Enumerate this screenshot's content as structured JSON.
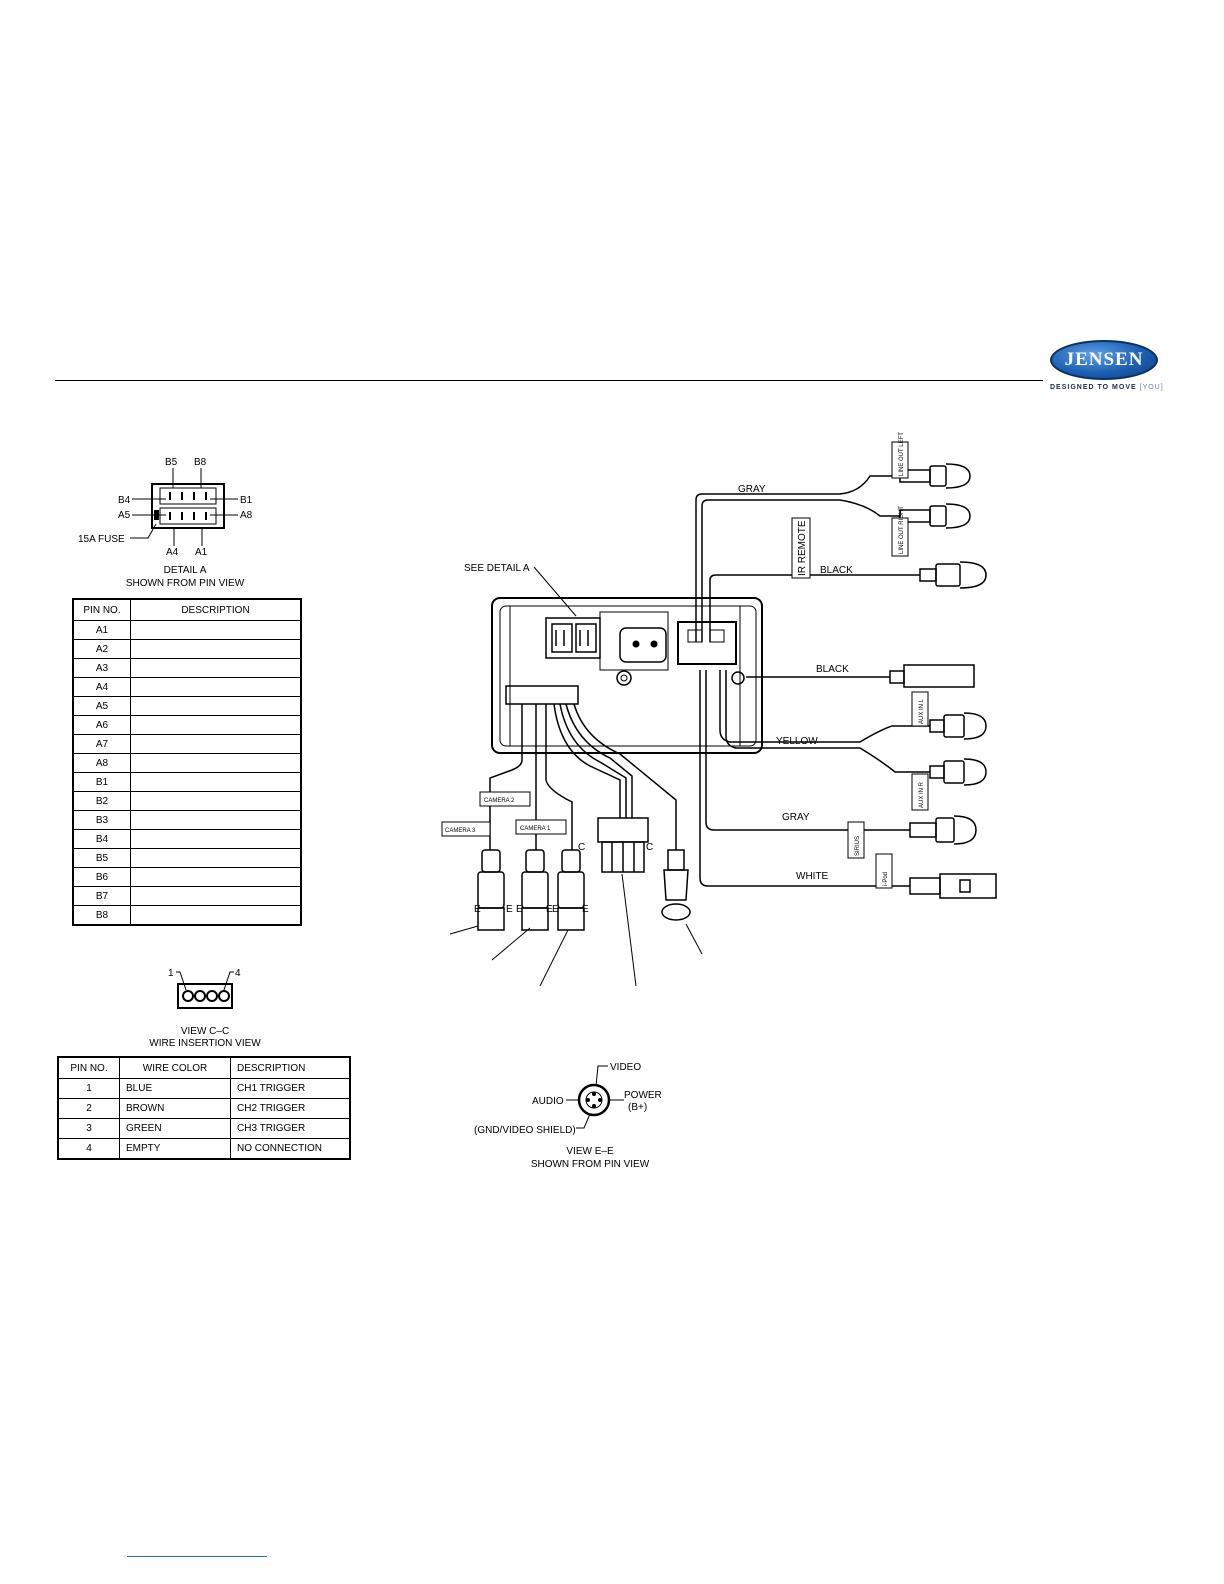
{
  "brand": {
    "name": "JENSEN",
    "tagline": "DESIGNED TO MOVE",
    "tagline_you": "[YOU]"
  },
  "detail_a": {
    "pins": {
      "b5": "B5",
      "b8": "B8",
      "b4": "B4",
      "b1": "B1",
      "a5": "A5",
      "a8": "A8",
      "a4": "A4",
      "a1": "A1"
    },
    "fuse_label": "15A FUSE",
    "caption_line1": "DETAIL  A",
    "caption_line2": "SHOWN  FROM  PIN  VIEW"
  },
  "pin_table_a": {
    "headers": [
      "PIN  NO.",
      "DESCRIPTION"
    ],
    "rows": [
      {
        "pin": "A1",
        "desc": ""
      },
      {
        "pin": "A2",
        "desc": ""
      },
      {
        "pin": "A3",
        "desc": ""
      },
      {
        "pin": "A4",
        "desc": ""
      },
      {
        "pin": "A5",
        "desc": ""
      },
      {
        "pin": "A6",
        "desc": ""
      },
      {
        "pin": "A7",
        "desc": ""
      },
      {
        "pin": "A8",
        "desc": ""
      },
      {
        "pin": "B1",
        "desc": ""
      },
      {
        "pin": "B2",
        "desc": ""
      },
      {
        "pin": "B3",
        "desc": ""
      },
      {
        "pin": "B4",
        "desc": ""
      },
      {
        "pin": "B5",
        "desc": ""
      },
      {
        "pin": "B6",
        "desc": ""
      },
      {
        "pin": "B7",
        "desc": ""
      },
      {
        "pin": "B8",
        "desc": ""
      }
    ]
  },
  "view_c": {
    "pin_first": "1",
    "pin_last": "4",
    "caption_line1": "VIEW  C–C",
    "caption_line2": "WIRE  INSERTION  VIEW"
  },
  "pin_table_c": {
    "headers": [
      "PIN  NO.",
      "WIRE  COLOR",
      "DESCRIPTION"
    ],
    "rows": [
      {
        "pin": "1",
        "color": "BLUE",
        "desc": "CH1  TRIGGER"
      },
      {
        "pin": "2",
        "color": "BROWN",
        "desc": "CH2  TRIGGER"
      },
      {
        "pin": "3",
        "color": "GREEN",
        "desc": "CH3  TRIGGER"
      },
      {
        "pin": "4",
        "color": "EMPTY",
        "desc": "NO  CONNECTION"
      }
    ]
  },
  "main_diagram": {
    "see_detail": "SEE  DETAIL  A",
    "wires": {
      "gray_top": "GRAY",
      "black_ir": "BLACK",
      "black_mid": "BLACK",
      "yellow": "YELLOW",
      "gray_bottom": "GRAY",
      "white": "WHITE"
    },
    "tags": {
      "line_out_left": "LINE OUT LEFT",
      "line_out_right": "LINE OUT RIGHT",
      "ir_remote": "IR REMOTE",
      "aux_in_l": "AUX IN L",
      "aux_in_r": "AUX IN R",
      "sirius": "SIRIUS",
      "ipod": "i-Pod"
    },
    "cameras": {
      "camera1": "CAMERA 1",
      "camera2": "CAMERA 2",
      "camera3": "CAMERA 3"
    },
    "section_c": "C",
    "section_e": "E"
  },
  "view_e": {
    "video": "VIDEO",
    "audio": "AUDIO",
    "power_line1": "POWER",
    "power_line2": "(B+)",
    "gnd": "(GND/VIDEO SHIELD)",
    "caption_line1": "VIEW  E–E",
    "caption_line2": "SHOWN  FROM  PIN  VIEW"
  }
}
